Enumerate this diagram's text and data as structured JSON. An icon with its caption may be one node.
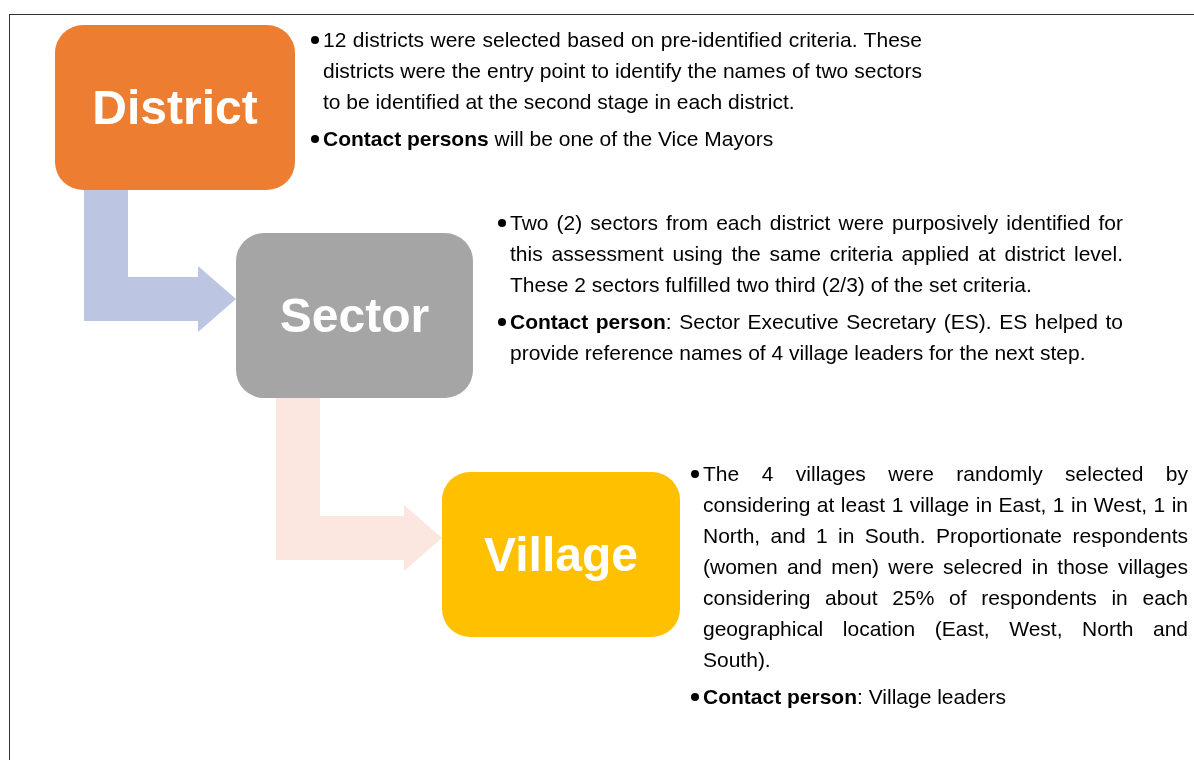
{
  "diagram": {
    "nodes": [
      {
        "text": [
          "District"
        ],
        "beside": [
          "12 districts were selected based on pre-identified criteria. These districts were the entry point to identify the names of two sectors to be identified at the second stage in each district.",
          "**Contact persons** will be one of the Vice Mayors"
        ]
      },
      {
        "text": [
          "Sector"
        ],
        "beside": [
          "Two (2) sectors from each district were purposively identified for this assessment using the same criteria applied at district level. These 2 sectors fulfilled two third (2/3) of the set criteria.",
          "**Contact person**: Sector Executive Secretary (ES). ES helped to provide reference names of 4 village leaders for the next step."
        ]
      },
      {
        "text": [
          "Village"
        ],
        "beside": [
          "The 4 villages were randomly selected by considering at least 1 village in East, 1 in West, 1 in North, and 1 in South. Proportionate respondents (women and men) were selecred in those villages considering about 25% of respondents in each geographical location (East, West, North and South).",
          "**Contact person**: Village leaders"
        ]
      }
    ],
    "edges": [
      {
        "from": 0,
        "to": 1,
        "arrow": "to",
        "color": "#bcc6e3"
      },
      {
        "from": 1,
        "to": 2,
        "arrow": "to",
        "color": "#fbe6e0"
      }
    ]
  }
}
